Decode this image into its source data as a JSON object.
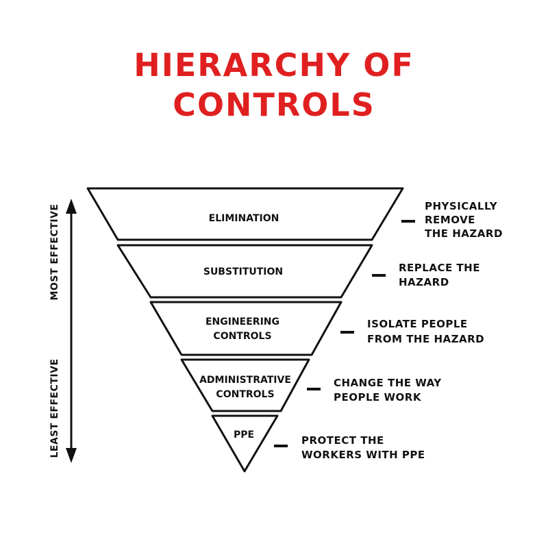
{
  "title": {
    "line1": "HIERARCHY OF",
    "line2": "CONTROLS",
    "color": "#e02020"
  },
  "axis": {
    "top_label": "MOST EFFECTIVE",
    "bottom_label": "LEAST EFFECTIVE"
  },
  "levels": [
    {
      "lines": [
        "ELIMINATION"
      ],
      "description": [
        "PHYSICALLY",
        "REMOVE",
        "THE HAZARD"
      ]
    },
    {
      "lines": [
        "SUBSTITUTION"
      ],
      "description": [
        "REPLACE THE",
        "HAZARD"
      ]
    },
    {
      "lines": [
        "ENGINEERING",
        "CONTROLS"
      ],
      "description": [
        "ISOLATE PEOPLE",
        "FROM THE HAZARD"
      ]
    },
    {
      "lines": [
        "ADMINISTRATIVE",
        "CONTROLS"
      ],
      "description": [
        "CHANGE THE WAY",
        "PEOPLE WORK"
      ]
    },
    {
      "lines": [
        "PPE"
      ],
      "description": [
        "PROTECT THE",
        "WORKERS WITH PPE"
      ]
    }
  ]
}
